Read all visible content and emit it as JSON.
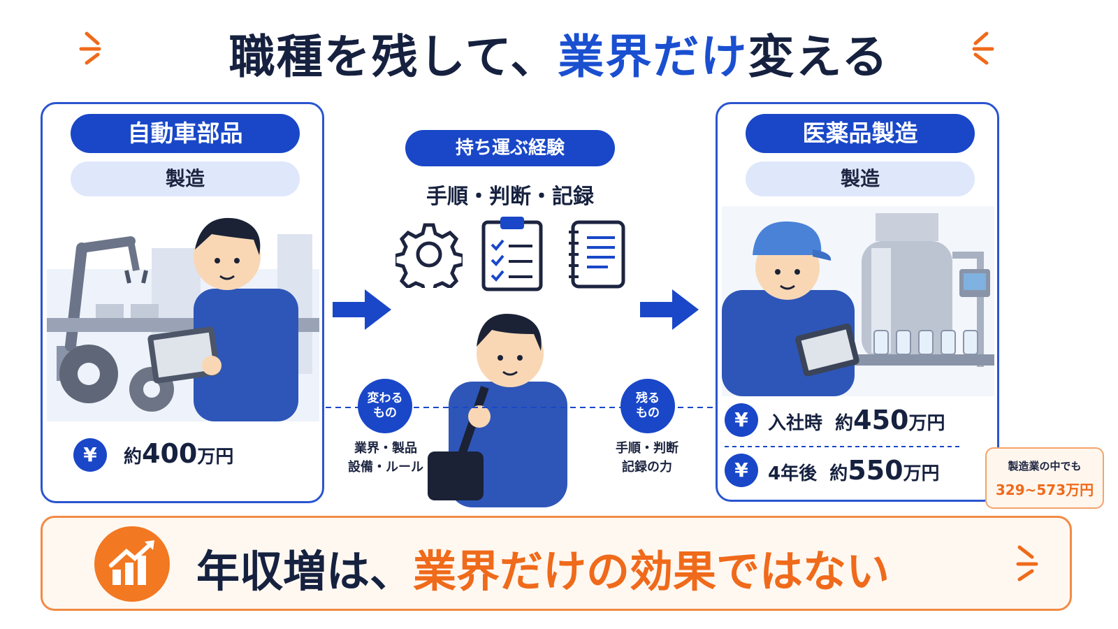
{
  "title": {
    "part1": "職種を残して、",
    "part2": "業界だけ",
    "part3": "変える"
  },
  "left_panel": {
    "industry": "自動車部品",
    "job": "製造",
    "yen_icon": "¥",
    "salary": {
      "prefix": "約",
      "amount": "400",
      "unit": "万円"
    }
  },
  "middle": {
    "title": "持ち運ぶ経験",
    "subtitle": "手順・判断・記録",
    "changes": {
      "badge_line1": "変わる",
      "badge_line2": "もの",
      "line1": "業界・製品",
      "line2": "設備・ルール"
    },
    "remains": {
      "badge_line1": "残る",
      "badge_line2": "もの",
      "line1": "手順・判断",
      "line2": "記録の力"
    }
  },
  "right_panel": {
    "industry": "医薬品製造",
    "job": "製造",
    "yen_icon": "¥",
    "salary_entry": {
      "when": "入社時",
      "prefix": "約",
      "amount": "450",
      "unit": "万円"
    },
    "salary_later": {
      "when": "4年後",
      "prefix": "約",
      "amount": "550",
      "unit": "万円"
    }
  },
  "note": {
    "line1": "製造業の中でも",
    "line2": "329~573万円"
  },
  "banner": {
    "part1": "年収増は、",
    "part2": "業界だけの効果ではない"
  },
  "colors": {
    "primary_blue": "#1947c8",
    "accent_orange": "#ef6a1a",
    "light_blue": "#dfe7fb"
  },
  "icons": [
    "gear-icon",
    "checklist-icon",
    "notebook-icon",
    "arrow-right-icon",
    "chart-up-icon",
    "yen-icon"
  ]
}
